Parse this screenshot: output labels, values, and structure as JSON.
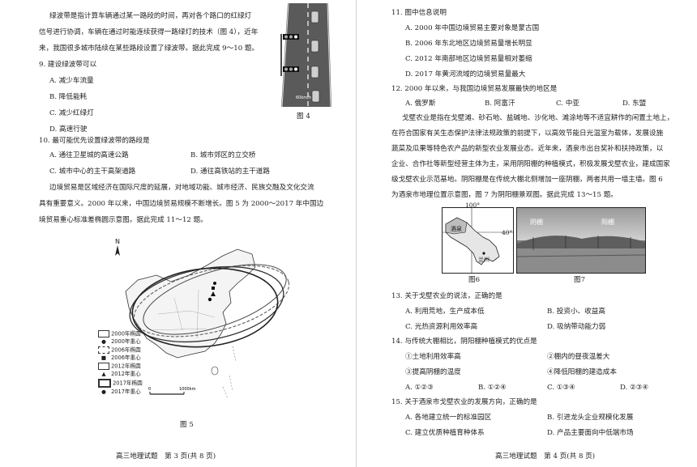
{
  "left": {
    "intro_lines": [
      "绿波带是指计算车辆通过某一路段的时间，再对各个路口的红绿灯",
      "信号进行协调，车辆在通过时能连续获得一路绿灯的技术（图 4），近年",
      "来，我国很多城市陆续在某些路段设置了绿波带。据此完成 9～10 题。"
    ],
    "q9": {
      "stem": "9. 建设绿波带可以",
      "options": [
        "A. 减少车流量",
        "B. 降低能耗",
        "C. 减少红绿灯",
        "D. 高速行驶"
      ]
    },
    "fig4": {
      "caption": "图 4",
      "speed_label": "60km/h"
    },
    "q10": {
      "stem": "10. 最可能优先设置绿波带的路段是",
      "options": [
        "A. 通往卫星城的高速公路",
        "B. 城市郊区的立交桥",
        "C. 城市中心的主干高架道路",
        "D. 通往高铁站的主干道路"
      ]
    },
    "intro2_lines": [
      "边境贸易是区域经济在国际尺度的延展，对地域功能、城市经济、民族交融及文化交流",
      "具有重要意义。2000 年以来，中国边境贸易规模不断增长。图 5 为 2000～2017 年中国边",
      "境贸易重心标准差椭圆示意图。据此完成 11～12 题。"
    ],
    "fig5": {
      "north": "N",
      "legend": [
        "2000年椭圆",
        "2000年重心",
        "2006年椭圆",
        "2006年重心",
        "2012年椭圆",
        "2012年重心",
        "2017年椭圆",
        "2017年重心"
      ],
      "scale_zero": "0",
      "scale_label": "1000km",
      "caption": "图 5"
    },
    "footer": "高三地理试题　第 3 页(共 8 页)"
  },
  "right": {
    "q11": {
      "stem": "11. 图中信息说明",
      "options": [
        "A. 2000 年中国边境贸易主要对象是蒙古国",
        "B. 2006 年东北地区边境贸易量增长明显",
        "C. 2012 年南部地区边境贸易量相对萎缩",
        "D. 2017 年黄河流域的边境贸易量最大"
      ]
    },
    "q12": {
      "stem": "12. 2000 年以来，与我国边境贸易发展最快的地区是",
      "options": [
        "A. 俄罗斯",
        "B. 阿富汗",
        "C. 中亚",
        "D. 东盟"
      ]
    },
    "intro3_lines": [
      "戈壁农业是指在戈壁滩、砂石地、盐碱地、沙化地、滩涂地等不适宜耕作的闲置土地上，",
      "在符合国家有关生态保护法律法规政策的前提下，以高效节能日光温室为载体，发展设施",
      "蔬菜及瓜果等特色农产品的新型农业发展业态。近年来，酒泉市出台奖补和扶持政策，以",
      "企业、合作社等新型经营主体为主，采用阴阳棚的种植模式，积极发展戈壁农业，建成国家",
      "级戈壁农业示范基地。阴阳棚是在传统大棚北侧增加一座阴棚，两者共用一墙主墙。图 6",
      "为酒泉市地理位置示意图，图 7 为阴阳棚景观图。据此完成 13～15 题。"
    ],
    "fig6": {
      "lon_label": "100°",
      "lat_label": "40°",
      "city1": "酒泉",
      "city2": "兰州",
      "caption": "图6"
    },
    "fig7": {
      "label_yin": "阴棚",
      "label_yang": "阳棚",
      "caption": "图7"
    },
    "q13": {
      "stem": "13. 关于戈壁农业的说法，正确的是",
      "options": [
        "A. 利用荒地，生产成本低",
        "B. 投资小、收益高",
        "C. 光热资源利用效率高",
        "D. 吸纳带动能力弱"
      ]
    },
    "q14": {
      "stem": "14. 与传统大棚相比，阴阳棚种植模式的优点是",
      "items": [
        "①土地利用效率高",
        "②棚内的昼夜温差大",
        "③提高阴棚的温度",
        "④降低阳棚的建造成本"
      ],
      "options": [
        "A. ①②③",
        "B. ①②④",
        "C. ①③④",
        "D. ②③④"
      ]
    },
    "q15": {
      "stem": "15. 关于酒泉市戈壁农业的发展方向，正确的是",
      "options": [
        "A. 各地建立统一的标准园区",
        "B. 引进龙头企业规模化发展",
        "C. 建立优质种植育种体系",
        "D. 产品主要面向中低端市场"
      ]
    },
    "footer": "高三地理试题　第 4 页(共 8 页)"
  }
}
